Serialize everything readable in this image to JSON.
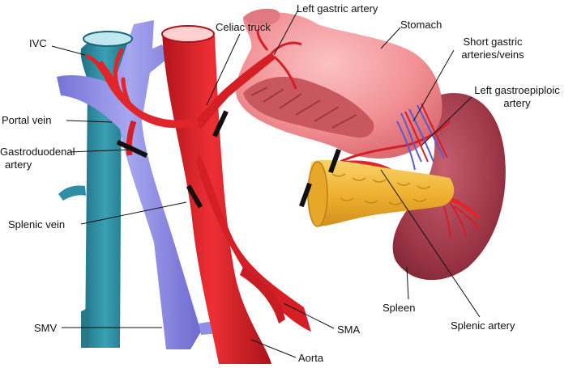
{
  "labels": {
    "ivc": "IVC",
    "portal_vein": "Portal vein",
    "gastroduodenal_artery": [
      "Gastroduodenal",
      "artery"
    ],
    "splenic_vein": "Splenic vein",
    "smv": "SMV",
    "celiac_trunk": "Celiac truck",
    "left_gastric_artery": "Left gastric artery",
    "stomach": "Stomach",
    "short_gastric": [
      "Short gastric",
      "arteries/veins"
    ],
    "left_gastroepiploic": [
      "Left gastroepiploic",
      "artery"
    ],
    "spleen": "Spleen",
    "splenic_artery": "Splenic artery",
    "sma": "SMA",
    "aorta": "Aorta"
  },
  "colors": {
    "artery": "#e0262b",
    "artery_dark": "#a8141b",
    "portal_vein": "#8f8ee6",
    "ivc": "#2f8ea3",
    "stomach": "#f39a9e",
    "pancreas": "#f2b840",
    "spleen": "#a3404f",
    "clamp": "#111111"
  }
}
